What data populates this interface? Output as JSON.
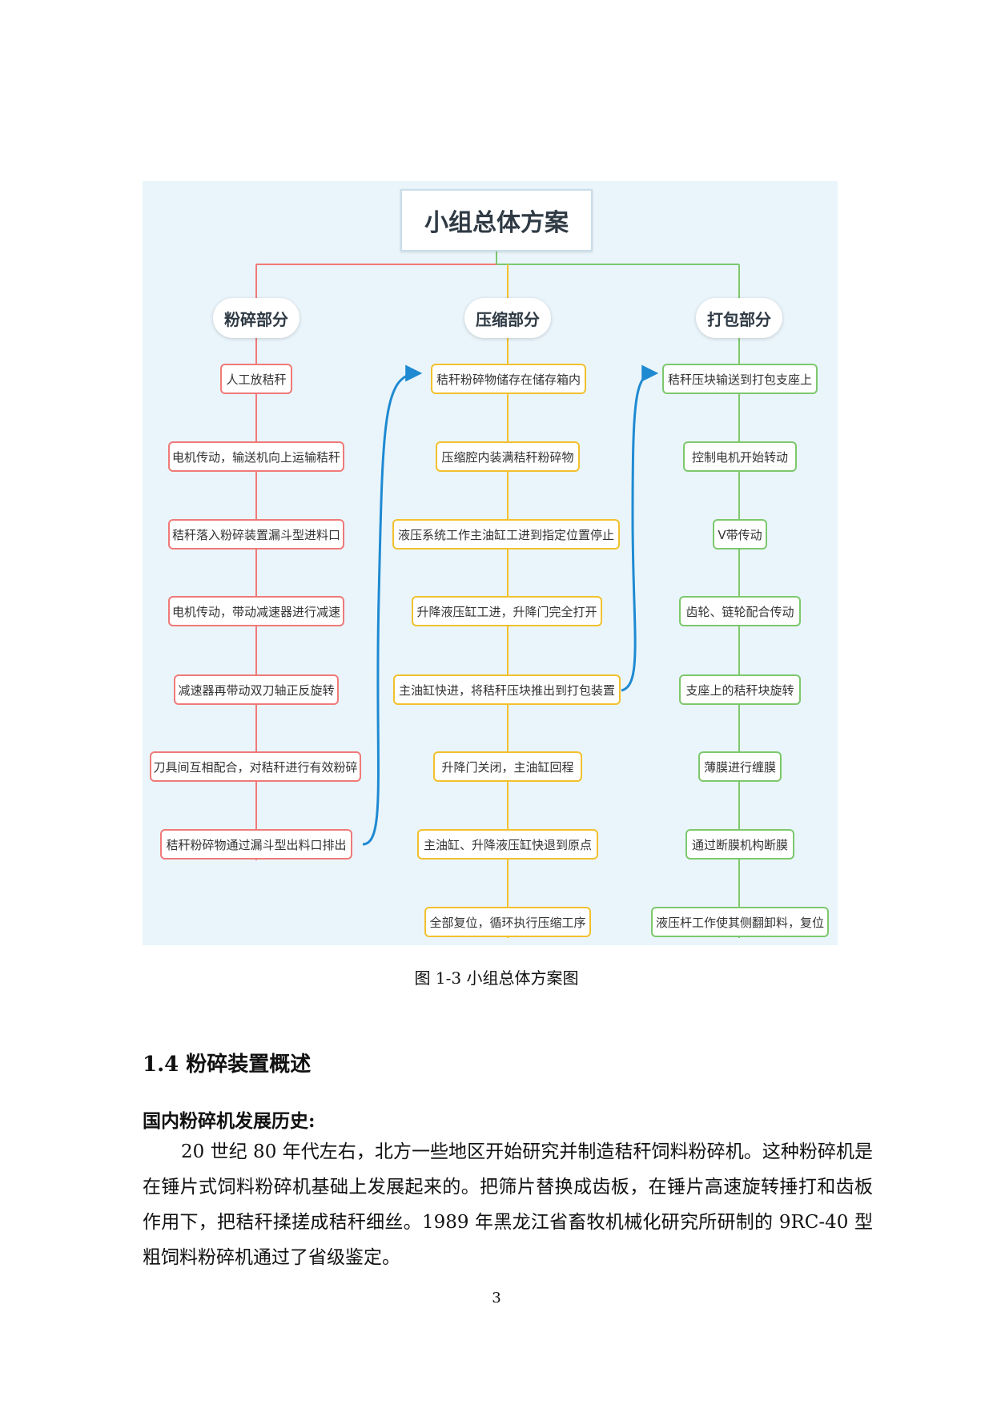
{
  "figure": {
    "root": "小组总体方案",
    "branches": [
      {
        "title": "粉碎部分",
        "color": "#ef7a78",
        "nodes": [
          "人工放秸秆",
          "电机传动，输送机向上运输秸秆",
          "秸秆落入粉碎装置漏斗型进料口",
          "电机传动，带动减速器进行减速",
          "减速器再带动双刀轴正反旋转",
          "刀具间互相配合，对秸秆进行有效粉碎",
          "秸秆粉碎物通过漏斗型出料口排出"
        ]
      },
      {
        "title": "压缩部分",
        "color": "#f2c02e",
        "nodes": [
          "秸秆粉碎物储存在储存箱内",
          "压缩腔内装满秸秆粉碎物",
          "液压系统工作主油缸工进到指定位置停止",
          "升降液压缸工进，升降门完全打开",
          "主油缸快进，将秸秆压块推出到打包装置",
          "升降门关闭，主油缸回程",
          "主油缸、升降液压缸快退到原点",
          "全部复位，循环执行压缩工序"
        ]
      },
      {
        "title": "打包部分",
        "color": "#7cc86d",
        "nodes": [
          "秸秆压块输送到打包支座上",
          "控制电机开始转动",
          "V带传动",
          "齿轮、链轮配合传动",
          "支座上的秸秆块旋转",
          "薄膜进行缠膜",
          "通过断膜机构断膜",
          "液压杆工作使其侧翻卸料，复位"
        ]
      }
    ],
    "caption": "图 1-3 小组总体方案图"
  },
  "section": {
    "heading": "1.4 粉碎装置概述",
    "subheading": "国内粉碎机发展历史:",
    "paragraph": "20 世纪 80 年代左右，北方一些地区开始研究并制造秸秆饲料粉碎机。这种粉碎机是在锤片式饲料粉碎机基础上发展起来的。把筛片替换成齿板，在锤片高速旋转捶打和齿板作用下，把秸秆揉搓成秸秆细丝。1989 年黑龙江省畜牧机械化研究所研制的 9RC-40 型粗饲料粉碎机通过了省级鉴定。"
  },
  "page_number": "3",
  "colors": {
    "arrow": "#1f8ad2",
    "root_line": "#7cc86d"
  }
}
